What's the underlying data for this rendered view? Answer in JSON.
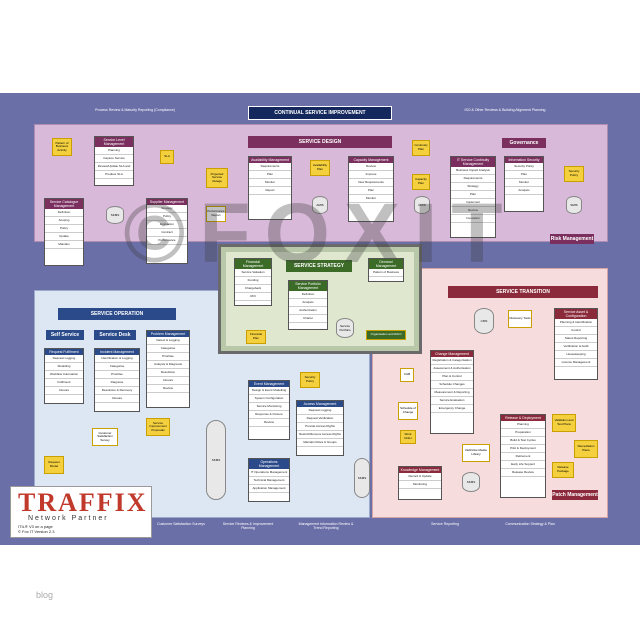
{
  "header_labels": {
    "top_left": "Process Review & Maturity Reporting (Compliance)",
    "top_right": "ISO & Other Reviews & Building Alignment Planning",
    "csi": "CONTINUAL SERVICE IMPROVEMENT",
    "sd": "SERVICE DESIGN",
    "ss": "SERVICE STRATEGY",
    "st": "SERVICE TRANSITION",
    "so": "SERVICE OPERATION"
  },
  "service_design": {
    "slm": {
      "title": "Service Level Management",
      "rows": [
        "Planning",
        "Capture Service Requirements",
        "Review/Update SLA and OPC",
        "Produce SLA"
      ]
    },
    "catalogue": {
      "title": "Service Catalogue Management",
      "rows": [
        "Definition",
        "Scoping",
        "Policy",
        "Update",
        "Maintain"
      ]
    },
    "supplier": {
      "title": "Supplier Management",
      "rows": [
        "Strategy",
        "Policy",
        "Evaluation",
        "Contract",
        "Performance"
      ]
    },
    "availability": {
      "title": "Availability Management",
      "rows": [
        "Requirements",
        "Plan",
        "Monitor",
        "Report"
      ]
    },
    "capacity": {
      "title": "Capacity Management",
      "rows": [
        "Review",
        "Improve",
        "New Requirements",
        "Plan",
        "Monitor"
      ]
    },
    "continuity": {
      "title": "IT Service Continuity Management",
      "rows": [
        "Business Impact Analysis",
        "Requirements",
        "Strategy",
        "Plan",
        "Implement",
        "Review",
        "Invocation"
      ]
    },
    "security": {
      "title": "Information Security",
      "rows": [
        "Security Policy",
        "Plan",
        "Monitor",
        "Analysis"
      ]
    },
    "governance": "Governance",
    "risk": "Risk Management",
    "notes": [
      "SLA",
      "Pattern of Business Activity",
      "Projected Service Outage",
      "Availability Plan",
      "Capacity Plan",
      "Continuity Plan",
      "Security Policy",
      "Performance Report"
    ]
  },
  "service_strategy": {
    "financial": {
      "title": "Financial Management",
      "rows": [
        "Service Valuation",
        "Funding",
        "Chargeback",
        "ROI"
      ]
    },
    "portfolio": {
      "title": "Service Portfolio Management",
      "rows": [
        "Definition",
        "Analysis",
        "Authorization",
        "Charter"
      ]
    },
    "demand": {
      "title": "Demand Management",
      "rows": [
        "Pattern of Business Activity"
      ]
    },
    "notes": [
      "Financial Plan",
      "Service Portfolio",
      "Organisation and RACI"
    ]
  },
  "service_transition": {
    "change": {
      "title": "Change Management",
      "rows": [
        "Registration & Categorisation",
        "Assessment & Authorisation",
        "Plan & Control",
        "Schedule Changes",
        "Measurement & Reporting",
        "Service Evaluation",
        "Emergency Change"
      ]
    },
    "asset": {
      "title": "Service Asset & Configuration",
      "rows": [
        "Planning & Identification",
        "Control",
        "Status Reporting",
        "Verification & Audit",
        "Housekeeping",
        "Licence Management"
      ]
    },
    "release": {
      "title": "Release & Deployment",
      "rows": [
        "Planning",
        "Preparation",
        "Build & Test Cycles",
        "Pilot & Deployment",
        "Retirement",
        "Early Life Support",
        "Release Review"
      ]
    },
    "knowledge": {
      "title": "Knowledge Management",
      "rows": [
        "Record & Update",
        "Monitoring"
      ]
    },
    "patch": "Patch Management",
    "notes": [
      "Discovery Tools",
      "CAB",
      "Schedule of Change",
      "Work Order",
      "Definitive Media Library",
      "Validation and Test Plans",
      "Remediation Plans",
      "Release Package"
    ]
  },
  "service_operation": {
    "self_service": "Self Service",
    "service_desk": "Service Desk",
    "request": {
      "title": "Request Fulfilment",
      "rows": [
        "Request Logging",
        "Modelling",
        "Workflow Automation",
        "Fulfilment",
        "Closure"
      ]
    },
    "incident": {
      "title": "Incident Management",
      "rows": [
        "Identification & Logging",
        "Categorise",
        "Prioritise",
        "Diagnose",
        "Resolution & Recovery",
        "Closure"
      ]
    },
    "problem": {
      "title": "Problem Management",
      "rows": [
        "Detect & Logging",
        "Categorise",
        "Prioritise",
        "Analysis & Diagnosis",
        "Resolution",
        "Closure",
        "Review"
      ]
    },
    "event": {
      "title": "Event Management",
      "rows": [
        "Design & Event Modelling",
        "System Configuration",
        "Service Monitoring",
        "Response & Closure",
        "Review"
      ]
    },
    "access": {
      "title": "Access Management",
      "rows": [
        "Request Logging",
        "Request Verification",
        "Provide Access Rights",
        "Restrict/Remove Access Rights",
        "Maintain Roles & Groups"
      ]
    },
    "operations": {
      "title": "Operations Management",
      "rows": [
        "IT Operations Management",
        "Technical Management",
        "Application Management"
      ]
    },
    "notes": [
      "Request Model",
      "Customer Satisfaction Survey",
      "Service Improvement Proposals",
      "Security Policy"
    ]
  },
  "bottom_labels": [
    "Customer Satisfaction Surveys",
    "Service Reviews & Improvement Planning",
    "Management Information Review & Trend Reporting",
    "Service Reporting",
    "Communication Strategy & Plan"
  ],
  "logo": {
    "name": "TRAFFIX",
    "sub": "Network Partner",
    "line1": "ITIL® V3 on a page",
    "line2": "© Fox IT Version 2.3"
  },
  "watermark": "©FOXIT",
  "footer": "blog",
  "colors": {
    "frame": "#6b6fa8",
    "design": "#7a2f5e",
    "strategy": "#3c6b28",
    "transition": "#8a2a3a",
    "operation": "#2a4a8a",
    "csi": "#14285e",
    "note": "#f4d03f"
  }
}
